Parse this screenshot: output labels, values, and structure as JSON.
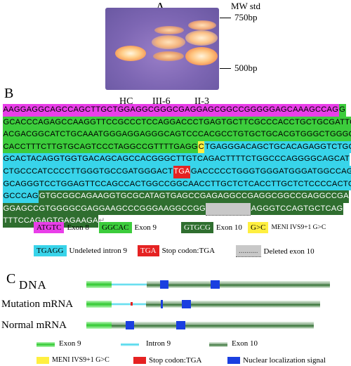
{
  "panels": {
    "a": "A",
    "b": "B",
    "c": "C"
  },
  "gel": {
    "mw_label": "MW std",
    "marker_high": "750bp",
    "marker_low": "500bp",
    "lanes": [
      "HC",
      "III-6",
      "II-3"
    ]
  },
  "sequence": {
    "lines": [
      [
        [
          "e8",
          "AAGGAGGCAGCCAGCTTGCTGGAGGCGGGCGAGGAGCGGCCGGGGGAGCAAAGCCAG"
        ],
        [
          "e9",
          "G"
        ]
      ],
      [
        [
          "e9",
          "GCACCCAGAGCCAAGGTTCCGCCCTCCAGGACCCTGAGTGCTTCGCCCACCTGCTGCGATTCT"
        ]
      ],
      [
        [
          "e9",
          "ACGACGGCATCTGCAAATGGGAGGAGGGCAGTCCCACGCCTGTGCTGCACGTGGGCTGGGC"
        ]
      ],
      [
        [
          "e9",
          "CACCTTTCTTGTGCAGTCCCTAGGCCGTTTTGAGG"
        ],
        [
          "mut",
          "C"
        ],
        [
          "in",
          "TGAGGGACAGCTGCACAGAGGTCTGG"
        ]
      ],
      [
        [
          "in",
          "GCACTACAGGTGGTGACAGCAGCCACGGGCTTGTCAGACTTTTCTGGCCCAGGGGCAGCAT"
        ]
      ],
      [
        [
          "in",
          "CTGCCCATCCCCTTGGGTGCCGATGGGACT"
        ],
        [
          "stop",
          "TGA"
        ],
        [
          "in",
          "GACCCCCTGGGTGGGATGGGATGGCCAGA"
        ]
      ],
      [
        [
          "in",
          "GCAGGGTCCTGGAGTTCCAGCCACTGGCCGGCAACCTTGCTCTCACCTTGCTCTCCCCACTG"
        ]
      ],
      [
        [
          "in",
          "GCCCAG"
        ],
        [
          "e10",
          "GTGCGGCAGAAGGTGCGCATAGTGAGCCGAGAGGCCGAGGCGGCCGAGGCCGA"
        ]
      ],
      [
        [
          "e10",
          "GGAGCCGTGGGGCGAGGAAGCCCGGGAAGGCCGG"
        ],
        [
          "del",
          "..................."
        ],
        [
          "e10",
          "AGGGTCCAGTGCTCAG"
        ]
      ],
      [
        [
          "e10",
          "TTTCCAGAGTGAGAAGA"
        ]
      ]
    ],
    "end_mark": "↵"
  },
  "legend_b": [
    {
      "chip": "ATGTC",
      "cls": "e8",
      "text": "Exon 8"
    },
    {
      "chip": "GGCAC",
      "cls": "e9",
      "text": "Exon 9"
    },
    {
      "chip": "GTGCG",
      "cls": "e10",
      "text": "Exon 10"
    },
    {
      "chip": "G>C",
      "cls": "mut",
      "text": "MENI IVS9+1 G>C"
    },
    {
      "chip": "TGAGG",
      "cls": "in",
      "text": "Undeleted intron 9"
    },
    {
      "chip": "TGA",
      "cls": "stop",
      "text": "Stop codon:TGA"
    },
    {
      "chip": "..........",
      "cls": "del",
      "text": "Deleted exon 10"
    }
  ],
  "diagram": {
    "rows": [
      "DNA",
      "Mutation mRNA",
      "Normal mRNA"
    ],
    "legend": {
      "exon9": "Exon 9",
      "intron9": "Intron 9",
      "exon10": "Exon 10",
      "mut": "MENI IVS9+1 G>C",
      "stop": "Stop codon:TGA",
      "nls": "Nuclear localization signal"
    }
  },
  "colors": {
    "exon8": "#e93ee9",
    "exon9": "#3ccc3c",
    "exon10": "#2f6e2f",
    "intron": "#38d4ea",
    "stop": "#e52222",
    "mutation": "#ffef40",
    "deleted": "#c8c8c8",
    "nls": "#1a3fe0"
  }
}
